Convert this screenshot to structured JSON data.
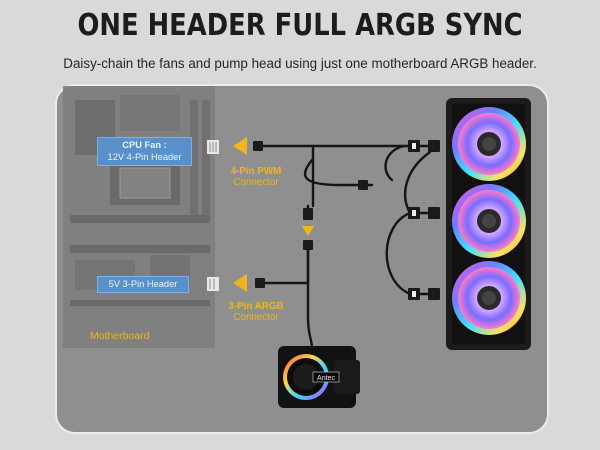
{
  "headline": "ONE HEADER FULL ARGB SYNC",
  "subtitle": "Daisy-chain the fans and pump head using just one motherboard ARGB header.",
  "motherboard": {
    "label": "Motherboard",
    "cpu_header_title": "CPU Fan :",
    "cpu_header_desc": "12V 4-Pin Header",
    "argb_header": "5V 3-Pin Header"
  },
  "connectors": {
    "pwm_title": "4-Pin PWM",
    "pwm_sub": "Connector",
    "argb_title": "3-Pin ARGB",
    "argb_sub": "Connector"
  },
  "pump": {
    "brand": "Antec"
  },
  "colors": {
    "accent": "#f0b51e",
    "header_blue": "#5990c9"
  }
}
